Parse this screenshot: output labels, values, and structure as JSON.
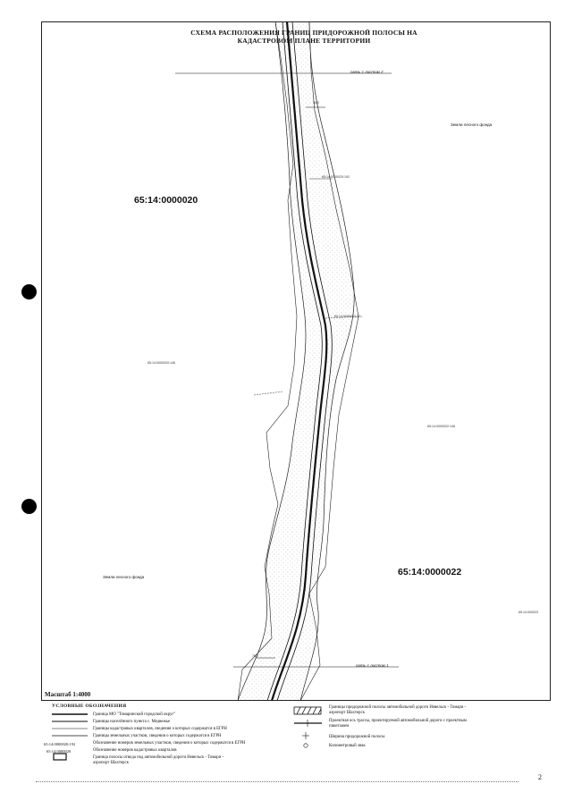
{
  "title": {
    "line1": "СХЕМА РАСПОЛОЖЕНИЯ ГРАНИЦ ПРИДОРОЖНОЙ ПОЛОСЫ НА",
    "line2": "КАДАСТРОВОМ ПЛАНЕ ТЕРРИТОРИИ"
  },
  "map": {
    "joins": {
      "top": "связь с листом 2",
      "bottom": "связь с листом 1"
    },
    "cadastral_quarters": {
      "left": "65:14:0000020",
      "right": "65:14:0000022"
    },
    "land_labels": {
      "top_right": "Земли лесного фонда",
      "bottom_left": "Земли лесного фонда"
    },
    "parcels": {
      "p1": "65:14:0000020:146",
      "p2": "65:14:0000022:146",
      "p3": "65:14:0000022:17",
      "p4": "65:14:0000020:192"
    },
    "widths": {
      "w_top": "50,0",
      "w_bottom": "75,0"
    },
    "edge_label": "65:14:000023"
  },
  "scale": "Масштаб 1:4000",
  "legend": {
    "title": "УСЛОВНЫЕ ОБОЗНАЧЕНИЯ",
    "items_left": [
      {
        "text": "Граница МО \"Томаринский городской округ\""
      },
      {
        "text": "Границы населённого пункта с. Медвежье"
      },
      {
        "text": "Границы кадастровых кварталов, сведения о которых содержатся в ЕГРН"
      },
      {
        "text": "Границы земельных участков, сведения о которых содержатся в ЕГРН"
      },
      {
        "code": "65:14:0000020:192",
        "text": "Обозначение номеров земельных участков, сведения о которых содержатся в ЕГРН"
      },
      {
        "code": "65:14:0000020",
        "text": "Обозначение номеров кадастровых кварталов"
      },
      {
        "text": "Граница полосы отвода под автомобильной дороги Невельск - Томари - аэропорт Шахтерск"
      }
    ],
    "items_right": [
      {
        "text": "Границы придорожной полосы автомобильной дороги Невельск - Томари - аэропорт Шахтерск"
      },
      {
        "text": "Проектная ось трассы, проектируемой автомобильной дороги с проектным пикетажем"
      },
      {
        "text": "Ширина придорожной полосы"
      },
      {
        "text": "Километровый знак"
      }
    ]
  },
  "page_number": "2",
  "colors": {
    "ink": "#111111",
    "hatch": "#555555",
    "paper": "#ffffff"
  }
}
